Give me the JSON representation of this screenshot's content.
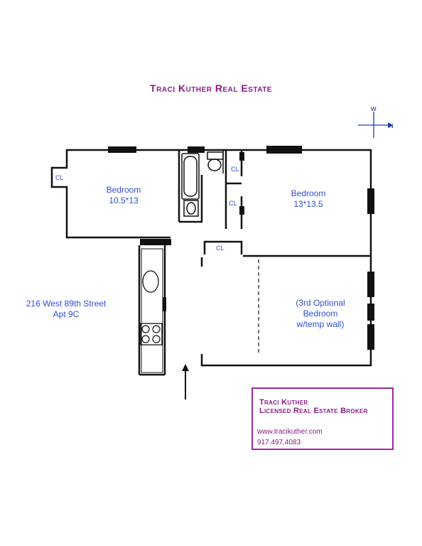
{
  "title": "Traci Kuther Real Estate",
  "colors": {
    "brand": "#8b1a8b",
    "label_blue": "#2f4fd8",
    "wall": "#111111"
  },
  "compass": {
    "north": "N",
    "west": "W"
  },
  "rooms": {
    "bedroom1": {
      "name": "Bedroom",
      "size": "10.5*13"
    },
    "bedroom2": {
      "name": "Bedroom",
      "size": "13*13.5"
    },
    "optional": {
      "line1": "(3rd Optional",
      "line2": "Bedroom",
      "line3": "w/temp wall)"
    }
  },
  "closet_label": "CL",
  "address": {
    "line1": "216 West 89th Street",
    "line2": "Apt 9C"
  },
  "card": {
    "name": "Traci Kuther",
    "role": "Licensed Real Estate Broker",
    "website": "www.tracikuther.com",
    "phone": "917.497.4083"
  }
}
